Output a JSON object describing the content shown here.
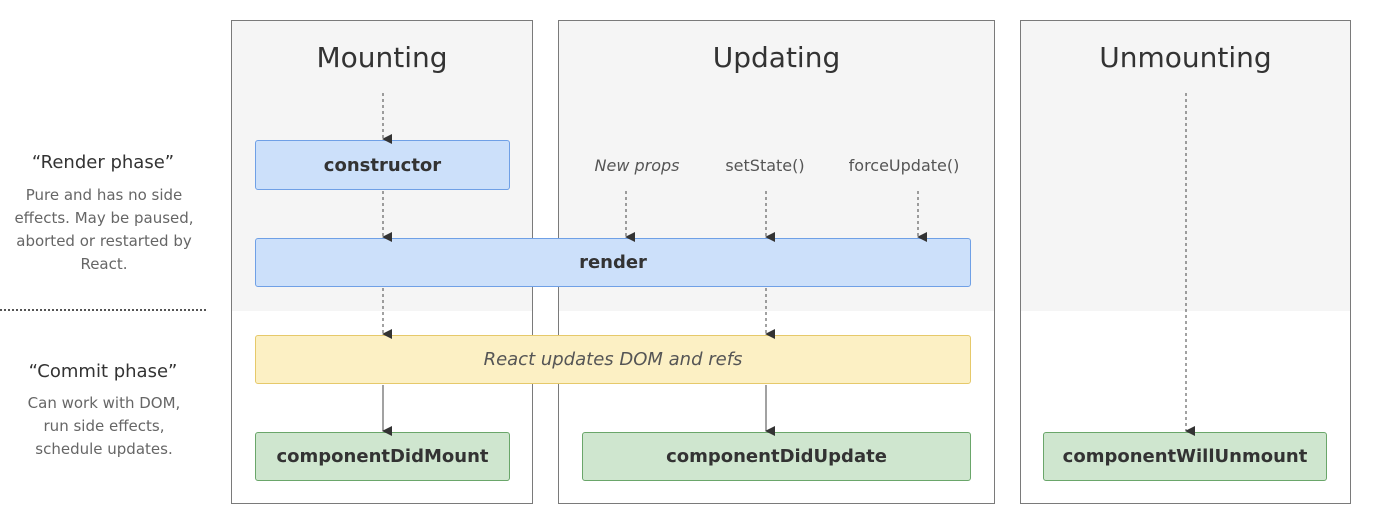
{
  "phases": {
    "render": {
      "title": "“Render phase”",
      "description": "Pure and has no side effects. May be paused, aborted or restarted by React."
    },
    "commit": {
      "title": "“Commit phase”",
      "description": "Can work with DOM, run side effects, schedule updates."
    }
  },
  "columns": {
    "mounting": "Mounting",
    "updating": "Updating",
    "unmounting": "Unmounting"
  },
  "triggers": {
    "new_props": "New props",
    "set_state": "setState()",
    "force_update": "forceUpdate()"
  },
  "methods": {
    "constructor": "constructor",
    "render": "render",
    "dom_update": "React updates DOM and refs",
    "did_mount": "componentDidMount",
    "did_update": "componentDidUpdate",
    "will_unmount": "componentWillUnmount"
  },
  "colors": {
    "render_box": "#cce0fa",
    "commit_box": "#cfe6cf",
    "dom_box": "#fcf0c4"
  }
}
